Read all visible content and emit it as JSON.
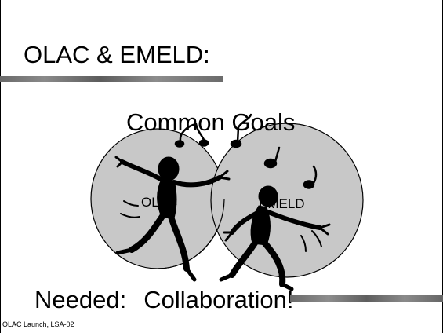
{
  "slide": {
    "title": "OLAC & EMELD:",
    "subtitle": "Common Goals",
    "circle_left_label": "OLAC",
    "circle_right_label": "EMELD",
    "needed_label": "Needed:",
    "needed_value": "Collaboration!",
    "footer": "OLAC Launch, LSA-02"
  },
  "colors": {
    "circle_fill": "#c8c8c8",
    "rule": "#6f6f6f",
    "text": "#000000"
  },
  "icons": [
    "music-note-icon",
    "dancing-figure-icon"
  ]
}
